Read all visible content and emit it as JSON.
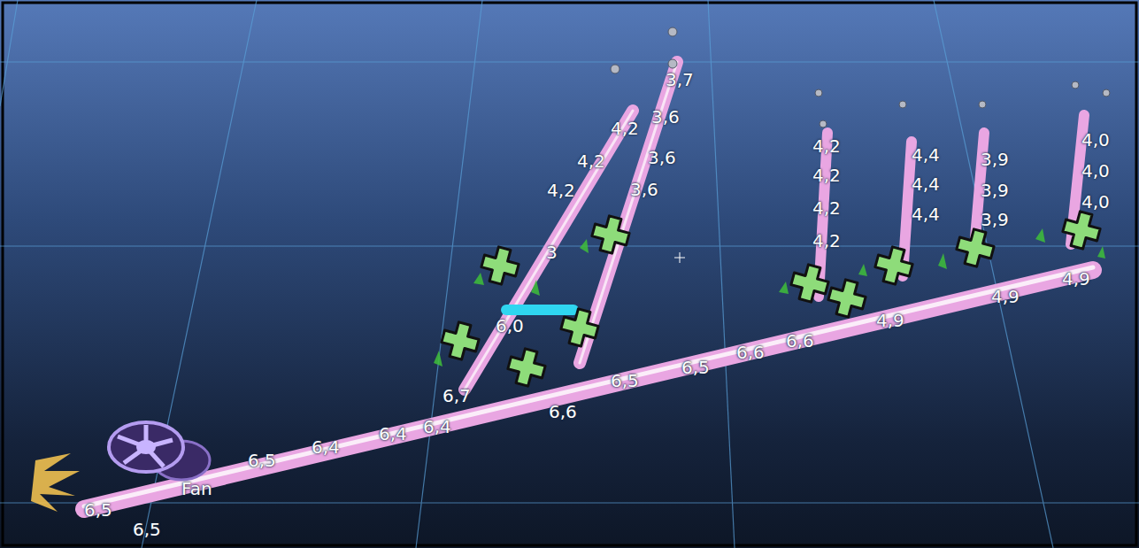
{
  "diagram": {
    "labels": [
      "Fan",
      "6,5",
      "6,5",
      "6,5",
      "6,4",
      "6,4",
      "6,4",
      "6,5",
      "6,5",
      "6,6",
      "6,6",
      "4,9",
      "4,9",
      "4,9",
      "4,2",
      "4,2",
      "4,2",
      "3,7",
      "3,6",
      "3,6",
      "3,6",
      "3",
      "6,0",
      "6,7",
      "6,6",
      "4,2",
      "4,2",
      "4,2",
      "4,2",
      "4,4",
      "4,4",
      "4,4",
      "3,9",
      "3,9",
      "3,9",
      "4,0",
      "4,0",
      "4,0"
    ]
  }
}
